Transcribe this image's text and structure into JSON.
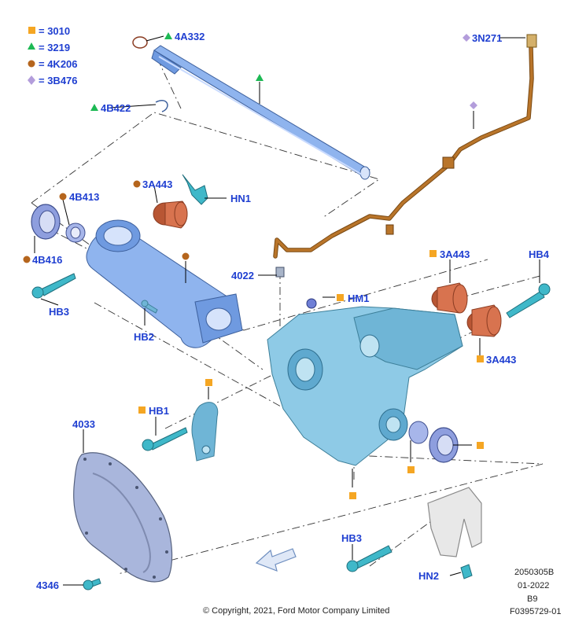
{
  "legend": [
    {
      "symbol": "square",
      "color": "#f5a623",
      "text": "= 3010"
    },
    {
      "symbol": "triangle",
      "color": "#1db954",
      "text": "= 3219"
    },
    {
      "symbol": "circle",
      "color": "#b5651d",
      "text": "= 4K206"
    },
    {
      "symbol": "diamond",
      "color": "#b39ddb",
      "text": "= 3B476"
    }
  ],
  "callouts": {
    "c_4A332": "4A332",
    "c_4B422": "4B422",
    "c_3N271": "3N271",
    "c_3A443_top": "3A443",
    "c_HN1": "HN1",
    "c_4B413": "4B413",
    "c_4B416": "4B416",
    "c_HB3_left": "HB3",
    "c_HB2": "HB2",
    "c_4022": "4022",
    "c_HM1": "HM1",
    "c_3A443_right": "3A443",
    "c_HB4": "HB4",
    "c_3A443_lower": "3A443",
    "c_HB1": "HB1",
    "c_4033": "4033",
    "c_4346": "4346",
    "c_HB3_bottom": "HB3",
    "c_HN2": "HN2"
  },
  "footer": {
    "code1": "2050305B",
    "date": "01-2022",
    "rev": "B9",
    "figure": "F0395729-01",
    "copyright": "© Copyright, 2021, Ford Motor Company Limited"
  }
}
